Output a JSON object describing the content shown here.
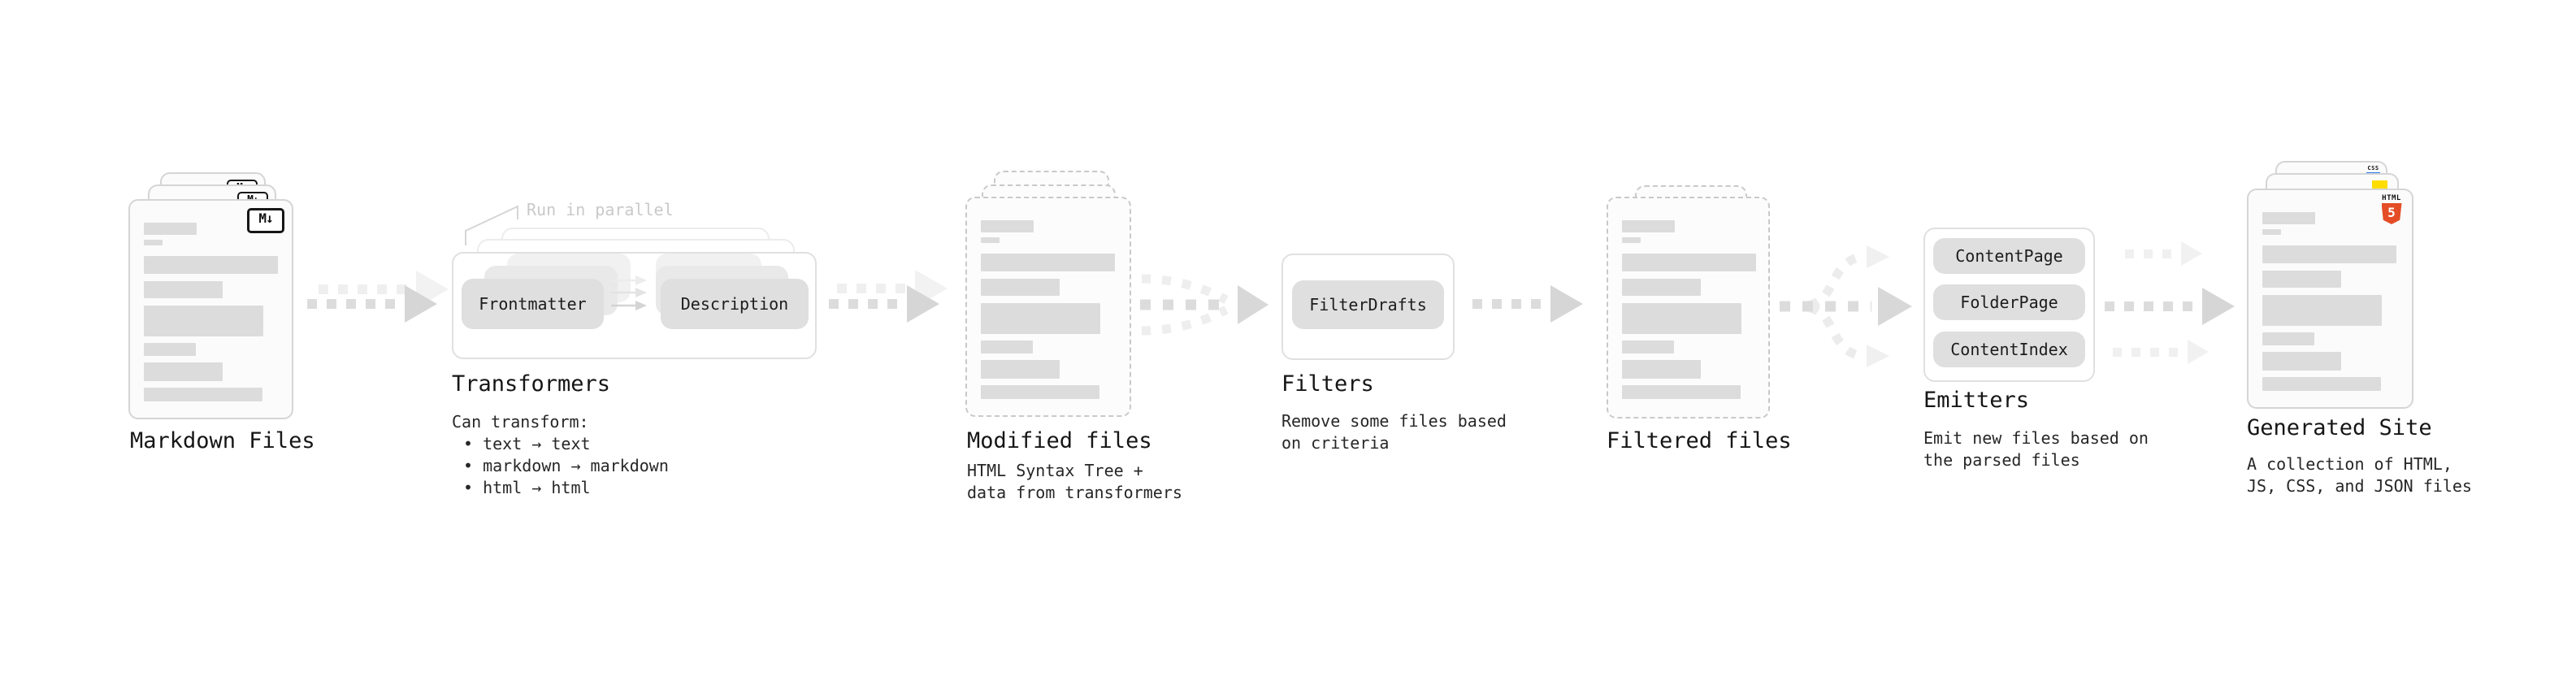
{
  "diagram": {
    "markdown_files": {
      "label": "Markdown Files",
      "badge": "M↓"
    },
    "transformers": {
      "annotation": "Run in parallel",
      "stage_left": "Frontmatter",
      "stage_right": "Description",
      "title": "Transformers",
      "intro": "Can transform:",
      "bullets": [
        "text → text",
        "markdown → markdown",
        "html → html"
      ]
    },
    "modified_files": {
      "title": "Modified files",
      "subtitle": [
        "HTML Syntax Tree +",
        "data from transformers"
      ]
    },
    "filters": {
      "pill": "FilterDrafts",
      "title": "Filters",
      "subtitle": [
        "Remove some files based",
        "on criteria"
      ]
    },
    "filtered_files": {
      "title": "Filtered files"
    },
    "emitters": {
      "pills": [
        "ContentPage",
        "FolderPage",
        "ContentIndex"
      ],
      "title": "Emitters",
      "subtitle": [
        "Emit new files based on",
        "the parsed files"
      ]
    },
    "generated_site": {
      "title": "Generated Site",
      "subtitle": [
        "A collection of HTML,",
        "JS, CSS, and JSON files"
      ],
      "badges": {
        "html_label": "HTML",
        "html_number": "5",
        "css_label": "CSS"
      }
    }
  },
  "colors": {
    "html5_orange": "#e44d26",
    "js_yellow": "#ffdd00",
    "css_blue": "#2b7de9",
    "arrow_gray": "#d6d6d6",
    "card_border": "#d5d5d5",
    "dashed_border": "#c9c9c9",
    "bar_gray": "#dcdcdc"
  }
}
